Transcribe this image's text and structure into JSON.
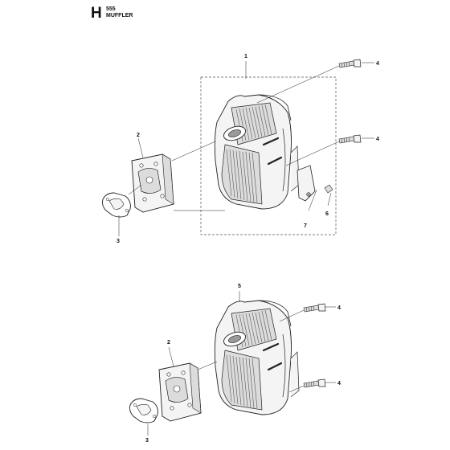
{
  "header": {
    "section_letter": "H",
    "model": "555",
    "title": "MUFFLER"
  },
  "callouts": {
    "top": {
      "c1": "1",
      "c2": "2",
      "c3": "3",
      "c4a": "4",
      "c4b": "4",
      "c6": "6",
      "c7": "7"
    },
    "bottom": {
      "c5": "5",
      "c2": "2",
      "c3": "3",
      "c4a": "4",
      "c4b": "4"
    }
  },
  "colors": {
    "line": "#222222",
    "dash": "#555555",
    "fill_light": "#f4f4f4",
    "fill_mid": "#dcdcdc",
    "fill_dark": "#9a9a9a"
  }
}
